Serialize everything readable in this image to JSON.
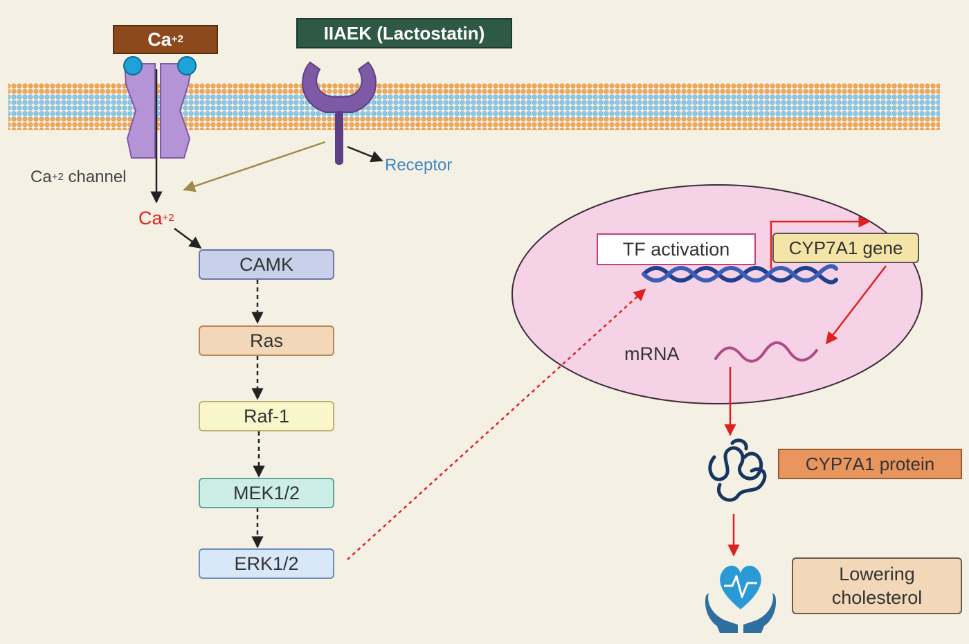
{
  "ligand": {
    "label": "IIAEK (Lactostatin)"
  },
  "calcium_channel": {
    "top_label_base": "Ca",
    "top_label_sup": "+2",
    "caption_base": "Ca",
    "caption_sup": "+2",
    "caption_rest": " channel"
  },
  "receptor": {
    "label": "Receptor"
  },
  "calcium_ion": {
    "base": "Ca",
    "sup": "+2"
  },
  "pathway": [
    "CAMK",
    "Ras",
    "Raf-1",
    "MEK1/2",
    "ERK1/2"
  ],
  "nucleus": {
    "tf_label": "TF activation",
    "gene_label": "CYP7A1 gene",
    "mrna_label": "mRNA"
  },
  "protein": {
    "label": "CYP7A1 protein"
  },
  "outcome": {
    "line1": "Lowering",
    "line2": "cholesterol"
  },
  "colors": {
    "background": "#f5f0e4",
    "membrane_head_orange": "#f2a95a",
    "membrane_head_blue": "#8ec8e6",
    "receptor_purple": "#7e5aa6",
    "nucleus_fill": "#f6d2e6",
    "red_arrow": "#e02020",
    "olive_arrow": "#a08a4a",
    "dna_blue": "#1f3f8f",
    "protein_navy": "#16355f"
  }
}
